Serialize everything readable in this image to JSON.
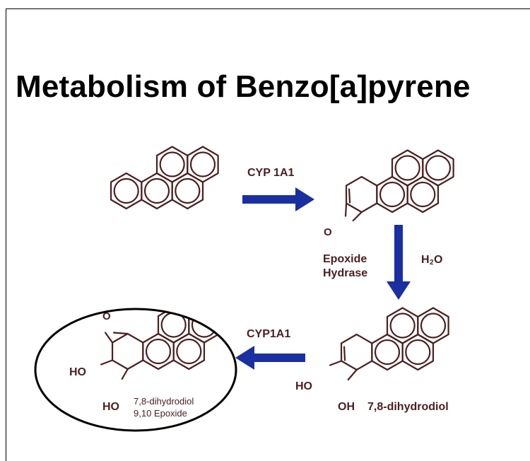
{
  "title": "Metabolism of Benzo[a]pyrene",
  "colors": {
    "structure": "#4a2020",
    "arrow": "#1a2fa0",
    "label": "#4a2020",
    "ellipse": "#000000"
  },
  "steps": {
    "step1_enzyme": "CYP 1A1",
    "step2_enzyme_line1": "Epoxide",
    "step2_enzyme_line2": "Hydrase",
    "step2_reagent_main": "H",
    "step2_reagent_sub": "2",
    "step2_reagent_tail": "O",
    "step3_enzyme": "CYP1A1"
  },
  "molecules": {
    "epoxide_oxygen": "O",
    "dihydrodiol_ho": "HO",
    "dihydrodiol_oh": "OH",
    "dihydrodiol_name": "7,8-dihydrodiol",
    "final_epoxide_oxygen": "O",
    "final_ho_upper": "HO",
    "final_ho_lower": "HO",
    "final_name_line1": "7,8-dihydrodiol",
    "final_name_line2": "9,10 Epoxide"
  }
}
